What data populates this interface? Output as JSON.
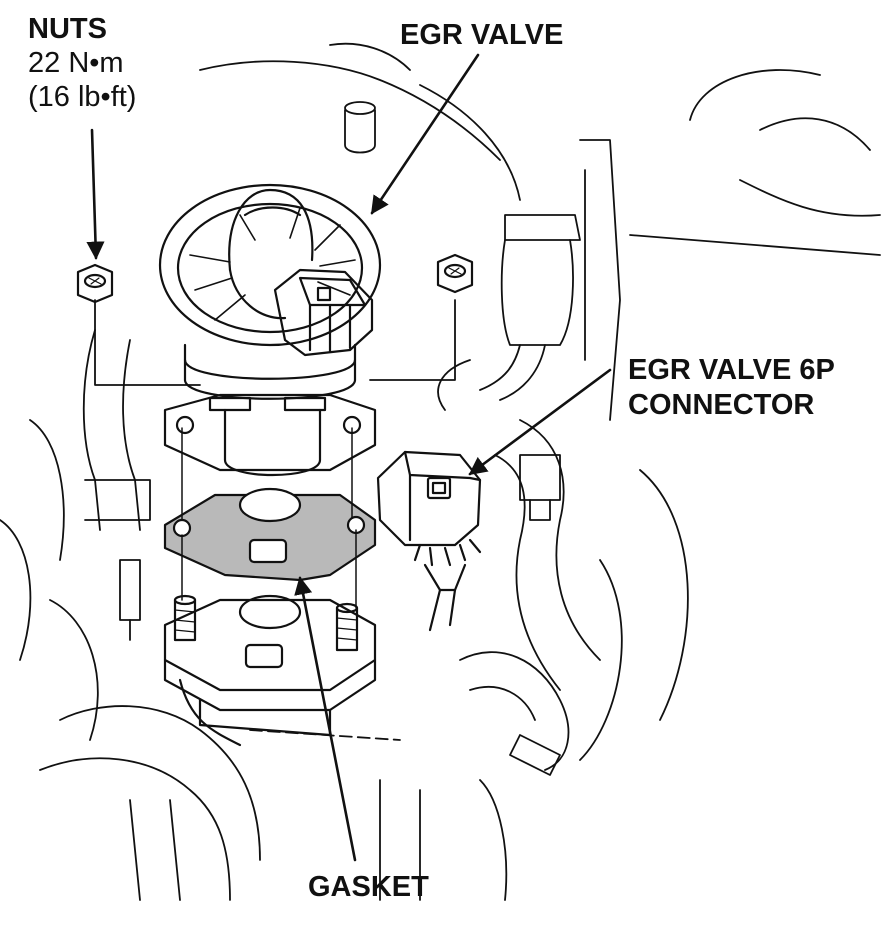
{
  "labels": {
    "nuts": {
      "title": "NUTS",
      "torque_metric": "22 N•m",
      "torque_imperial": "(16 lb•ft)"
    },
    "egr_valve": "EGR VALVE",
    "connector": {
      "line1": "EGR VALVE 6P",
      "line2": "CONNECTOR"
    },
    "gasket": "GASKET"
  },
  "colors": {
    "line": "#111111",
    "gasket_fill": "#b9b9b9",
    "background": "#ffffff"
  }
}
